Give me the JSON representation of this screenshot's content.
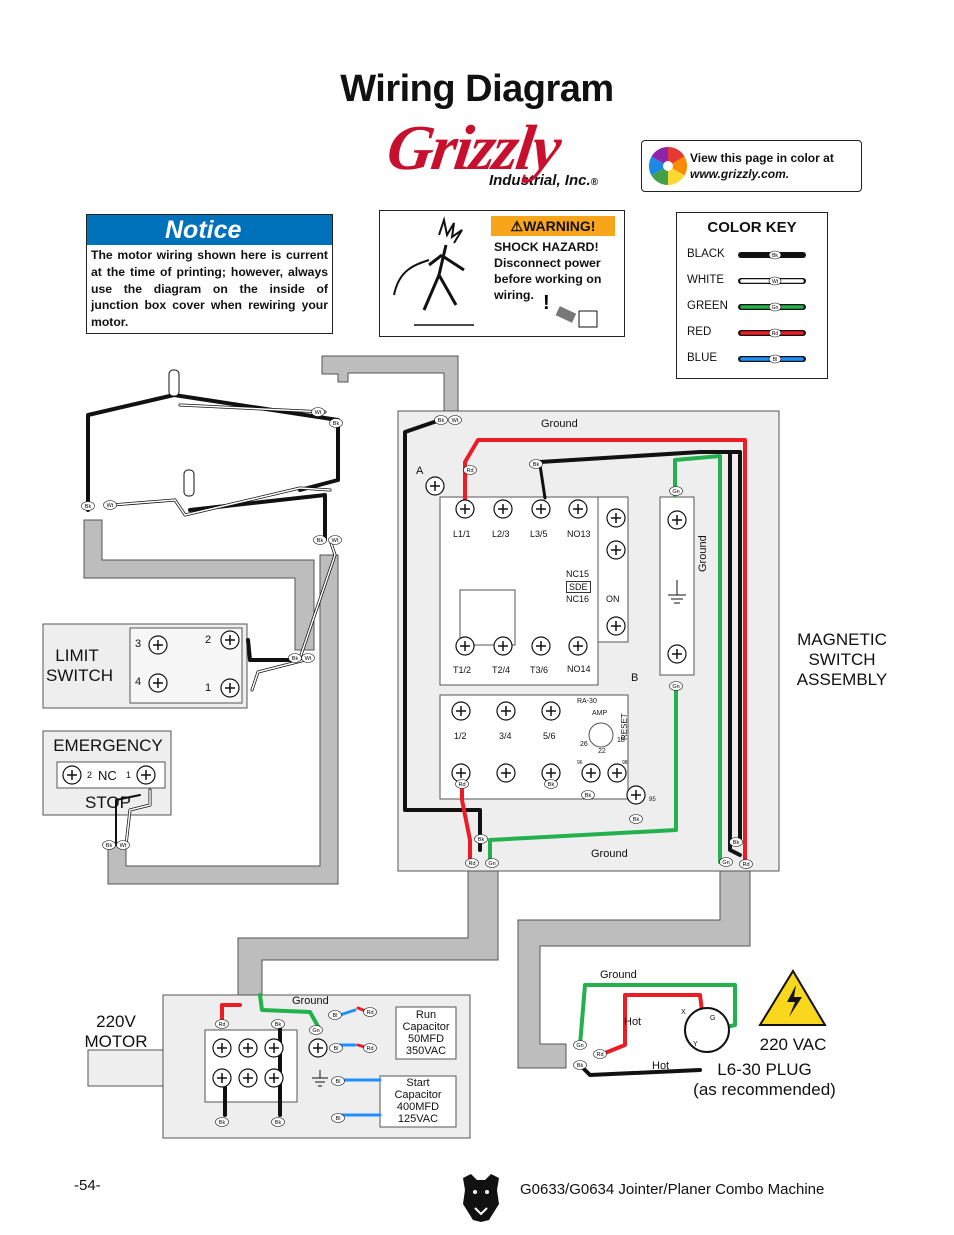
{
  "title": "Wiring Diagram",
  "logo": {
    "main": "Grizzly",
    "sub": "Industrial, Inc.",
    "mark": "®"
  },
  "color_note": {
    "line1": "View this page in color at",
    "line2": "www.grizzly.com."
  },
  "notice": {
    "heading": "Notice",
    "text": "The motor wiring shown here is current at the time of printing; however, always use the diagram on the inside of junction box cover when rewiring your motor."
  },
  "warning": {
    "heading": "WARNING!",
    "text": "SHOCK HAZARD! Disconnect power before working on wiring."
  },
  "color_key": {
    "heading": "COLOR KEY",
    "items": [
      {
        "name": "BLACK",
        "tag": "Bk",
        "color": "#111111"
      },
      {
        "name": "WHITE",
        "tag": "Wt",
        "color": "#ffffff"
      },
      {
        "name": "GREEN",
        "tag": "Gn",
        "color": "#22b14c"
      },
      {
        "name": "RED",
        "tag": "Rd",
        "color": "#ed1c24"
      },
      {
        "name": "BLUE",
        "tag": "Bl",
        "color": "#1e90ff"
      }
    ]
  },
  "labels": {
    "limit_switch_1": "LIMIT",
    "limit_switch_2": "SWITCH",
    "emergency": "EMERGENCY",
    "stop": "STOP",
    "nc": "NC",
    "magnetic_1": "MAGNETIC",
    "magnetic_2": "SWITCH",
    "magnetic_3": "ASSEMBLY",
    "motor_1": "220V",
    "motor_2": "MOTOR",
    "vac": "220 VAC",
    "plug_1": "L6-30 PLUG",
    "plug_2": "(as recommended)",
    "ground": "Ground",
    "hot": "Hot",
    "a": "A",
    "b": "B"
  },
  "limit_terminals": [
    "3",
    "4",
    "2",
    "1"
  ],
  "estop_terminals": [
    "2",
    "1"
  ],
  "contactor_top": [
    "L1/1",
    "L2/3",
    "L3/5",
    "NO13"
  ],
  "contactor_bottom": [
    "T1/2",
    "T2/4",
    "T3/6",
    "NO14"
  ],
  "contactor_side": [
    "NC15",
    "SDE",
    "NC16",
    "ON"
  ],
  "overload": [
    "1/2",
    "3/4",
    "5/6"
  ],
  "overload_dial": {
    "model": "RA-30",
    "amp": "AMP",
    "reset": "RESET",
    "values": [
      "26",
      "22",
      "18"
    ],
    "aux": [
      "96",
      "98",
      "95"
    ]
  },
  "run_cap": {
    "l1": "Run",
    "l2": "Capacitor",
    "l3": "50MFD",
    "l4": "350VAC"
  },
  "start_cap": {
    "l1": "Start",
    "l2": "Capacitor",
    "l3": "400MFD",
    "l4": "125VAC"
  },
  "plug_pins": [
    "X",
    "G",
    "Y"
  ],
  "footer": {
    "page": "-54-",
    "model": "G0633/G0634 Jointer/Planer Combo Machine"
  }
}
